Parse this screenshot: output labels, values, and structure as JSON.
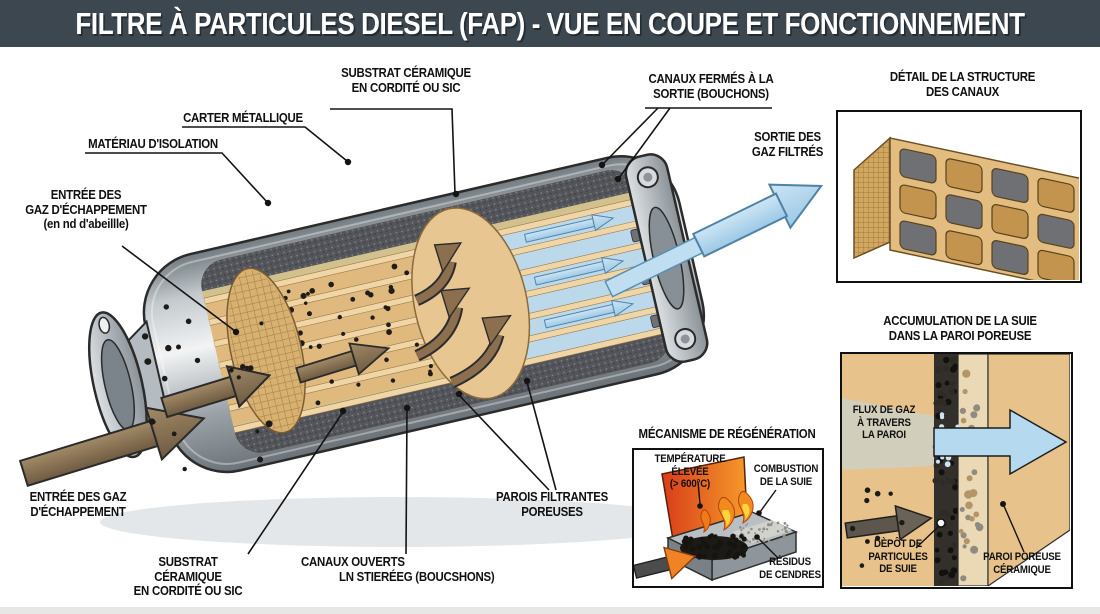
{
  "title": "FILTRE À PARTICULES DIESEL (FAP) - VUE EN COUPE ET FONCTIONNEMENT",
  "main_labels": {
    "substrat_haut": "SUBSTRAT CÉRAMIQUE\nEN CORDITÉ OU SIC",
    "carter": "CARTER MÉTALLIQUE",
    "isolation": "MATÉRIAU D'ISOLATION",
    "entree_haut": "ENTRÉE DES\nGAZ D'ÉCHAPPEMENT\n(en nd d'abeillle)",
    "canaux_fermes": "CANAUX FERMÉS À LA\nSORTIE (BOUCHONS)",
    "sortie_gaz": "SORTIE DES\nGAZ FILTRÉS",
    "entree_bas": "ENTRÉE DES GAZ\nD'ÉCHAPPEMENT",
    "substrat_bas": "SUBSTRAT CÉRAMIQUE\nEN CORDITÉ OU SIC",
    "canaux_ouverts_l1": "CANAUX OUVERTS",
    "canaux_ouverts_l2": "LN STIERÉEG (BOUCSHONS)",
    "parois": "PAROIS FILTRANTES\nPOREUSES"
  },
  "inset_detail": {
    "title": "DÉTAIL DE LA STRUCTURE\nDES CANAUX"
  },
  "inset_accumulation": {
    "title": "ACCUMULATION DE LA SUIE\nDANS LA PAROI POREUSE",
    "flux": "FLUX DE GAZ\nÀ TRAVERS\nLA PAROI",
    "depot": "DÈPÔT DE\nPARTICULES\nDE SUIE",
    "paroi": "PAROI POREUSE\nCÉRAMIQUE"
  },
  "inset_regeneration": {
    "title": "MÉCANISME DE RÉGÉNÉRATION",
    "temperature": "TEMPÉRATURE ÉLEVÉE\n(> 600°C)",
    "combustion": "COMBUSTION\nDE LA SUIE",
    "residus": "RÉSIDUS\nDE CENDRES"
  },
  "colors": {
    "title_bar": "#3d4750",
    "ceramic_tan": "#dfb97e",
    "gas_blue": "#b5d9ef",
    "soot_black": "#1d1b18",
    "flame_orange": "#f28a1e",
    "metal_gray": "#aab1b7"
  }
}
